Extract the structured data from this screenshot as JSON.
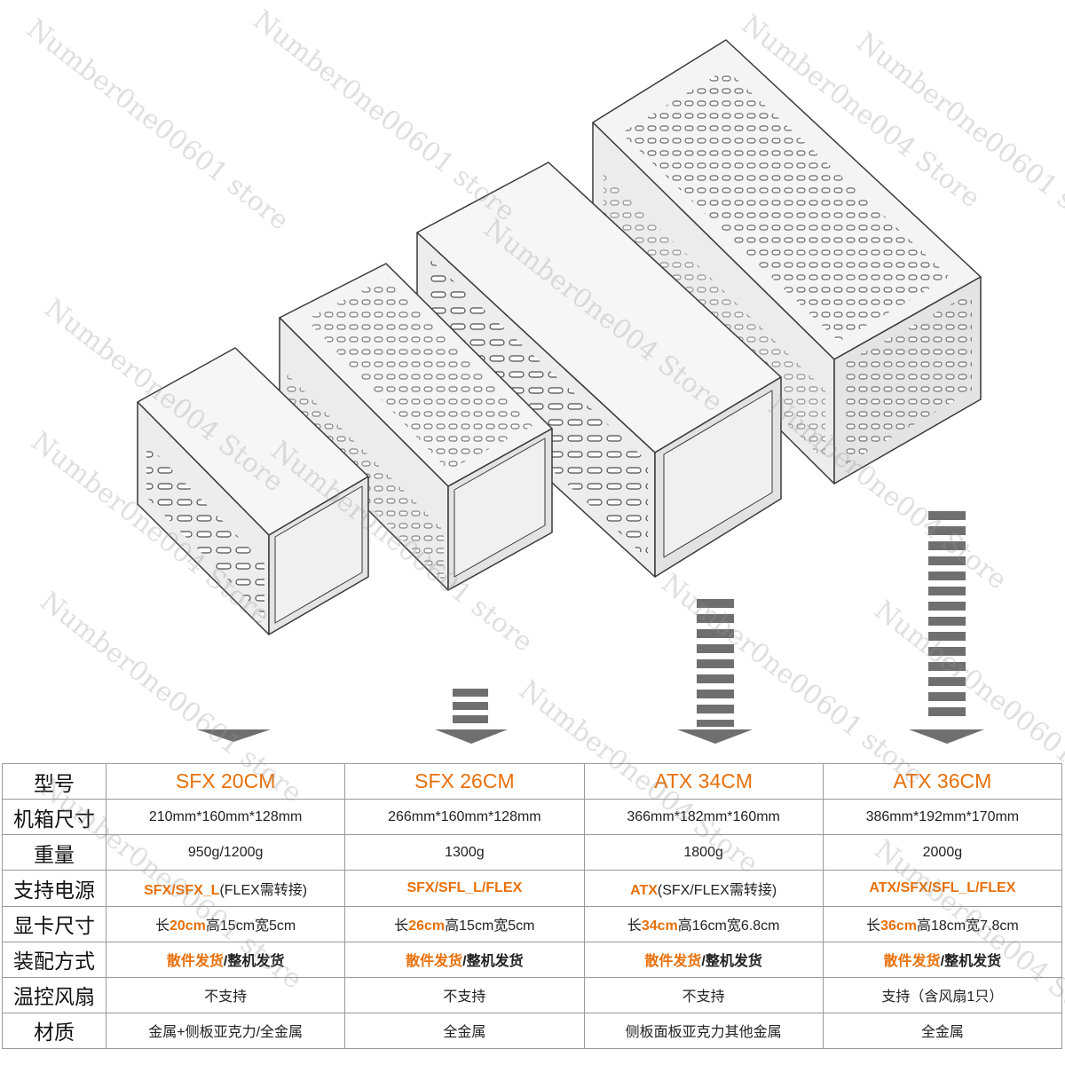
{
  "table": {
    "labels": [
      "型号",
      "机箱尺寸",
      "重量",
      "支持电源",
      "显卡尺寸",
      "装配方式",
      "温控风扇",
      "材质"
    ],
    "models": [
      "SFX 20CM",
      "SFX 26CM",
      "ATX 34CM",
      "ATX 36CM"
    ],
    "dimensions": [
      "210mm*160mm*128mm",
      "266mm*160mm*128mm",
      "366mm*182mm*160mm",
      "386mm*192mm*170mm"
    ],
    "weights": [
      "950g/1200g",
      "1300g",
      "1800g",
      "2000g"
    ],
    "psu": [
      {
        "highlight": "SFX/SFX_L",
        "rest": "(FLEX需转接)"
      },
      {
        "highlight": "SFX/SFL_L/FLEX",
        "rest": ""
      },
      {
        "highlight": "ATX",
        "rest": "(SFX/FLEX需转接)"
      },
      {
        "highlight": "ATX/SFX/SFL_L/FLEX",
        "rest": ""
      }
    ],
    "gpu": [
      {
        "pre": "长",
        "len": "20cm",
        "post": "高15cm宽5cm"
      },
      {
        "pre": "长",
        "len": "26cm",
        "post": "高15cm宽5cm"
      },
      {
        "pre": "长",
        "len": "34cm",
        "post": "高16cm宽6.8cm"
      },
      {
        "pre": "长",
        "len": "36cm",
        "post": "高18cm宽7.8cm"
      }
    ],
    "assembly_highlight": "散件发货",
    "assembly_rest": "/整机发货",
    "fan": [
      "不支持",
      "不支持",
      "不支持",
      "支持（含风扇1只）"
    ],
    "material": [
      "金属+侧板亚克力/全金属",
      "全金属",
      "侧板面板亚克力其他金属",
      "全金属"
    ]
  },
  "watermark_text": {
    "a": "Number0ne00601 store",
    "b": "Number0ne004 Store"
  },
  "colors": {
    "accent": "#e8700a",
    "arrow": "#6f6f6f",
    "case_face": "#f2f2f2",
    "case_line": "#3a3a3a"
  }
}
